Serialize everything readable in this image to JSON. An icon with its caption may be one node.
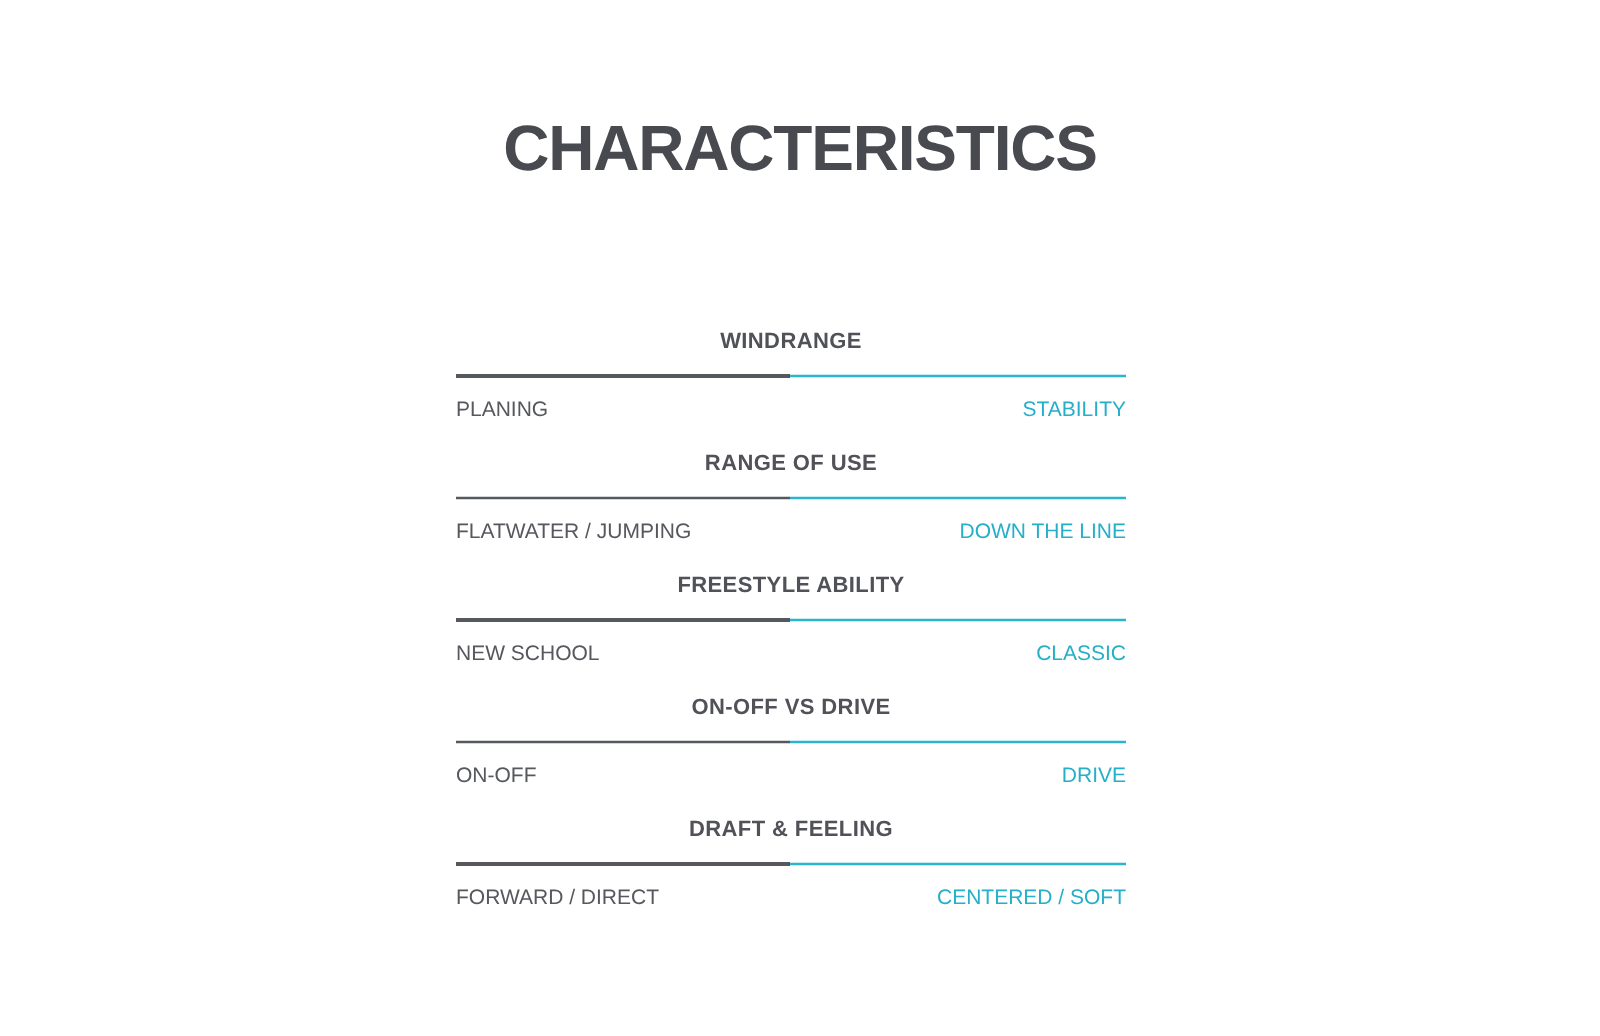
{
  "diagram": {
    "title": "CHARACTERISTICS",
    "labels": [
      "WINDRANGE",
      "PLANING",
      "STABILITY",
      "RANGE OF USE",
      "FLATWATER / JUMPING",
      "DOWN THE LINE",
      "FREESTYLE ABILITY",
      "NEW SCHOOL",
      "CLASSIC",
      "ON-OFF VS DRIVE",
      "ON-OFF",
      "DRIVE",
      "DRAFT & FEELING",
      "FORWARD / DIRECT",
      "CENTERED / SOFT"
    ]
  }
}
